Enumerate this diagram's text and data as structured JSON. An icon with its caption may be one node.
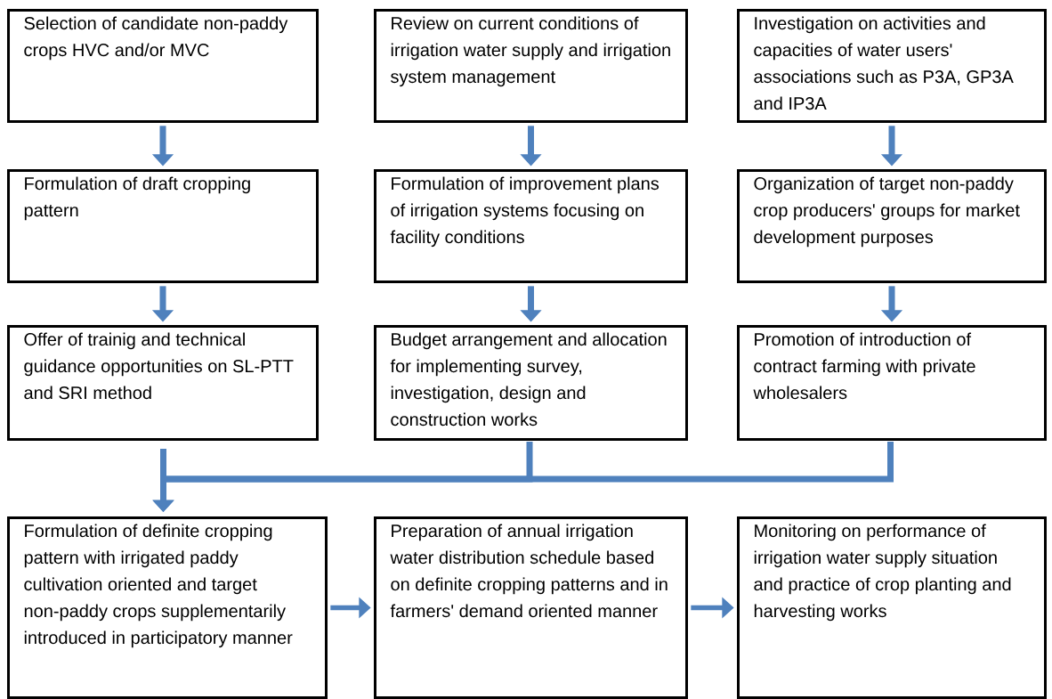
{
  "diagram": {
    "nodes": [
      {
        "text": [
          "Selection of candidate non-paddy crops HVC and/or MVC"
        ]
      },
      {
        "text": [
          "Review on current conditions of irrigation water supply and irrigation system management"
        ]
      },
      {
        "text": [
          "Investigation on activities and capacities of water users' associations such as P3A, GP3A and IP3A"
        ]
      },
      {
        "text": [
          "Formulation of draft cropping pattern"
        ]
      },
      {
        "text": [
          "Formulation of improvement plans of irrigation systems focusing on facility conditions"
        ]
      },
      {
        "text": [
          "Organization of target non-paddy crop producers' groups for market development purposes"
        ]
      },
      {
        "text": [
          "Offer of trainig and technical guidance opportunities on SL-PTT and SRI method"
        ]
      },
      {
        "text": [
          "Budget arrangement and allocation for implementing survey, investigation, design and construction works"
        ]
      },
      {
        "text": [
          "Promotion of introduction of contract farming with private wholesalers"
        ]
      },
      {
        "text": [
          "Formulation of definite cropping pattern with irrigated paddy cultivation oriented and target non-paddy crops supplementarily introduced in participatory manner"
        ]
      },
      {
        "text": [
          "Preparation of annual irrigation water distribution schedule based on definite cropping patterns and in farmers' demand oriented manner"
        ]
      },
      {
        "text": [
          "Monitoring on performance of irrigation water supply situation and practice of crop planting and harvesting works"
        ]
      }
    ],
    "edges": [
      {
        "from": 0,
        "to": 3,
        "arrow": "to"
      },
      {
        "from": 1,
        "to": 4,
        "arrow": "to"
      },
      {
        "from": 2,
        "to": 5,
        "arrow": "to"
      },
      {
        "from": 3,
        "to": 6,
        "arrow": "to"
      },
      {
        "from": 4,
        "to": 7,
        "arrow": "to"
      },
      {
        "from": 5,
        "to": 8,
        "arrow": "to"
      },
      {
        "from": 6,
        "to": 9,
        "arrow": "to"
      },
      {
        "from": 7,
        "to": 9,
        "arrow": "to"
      },
      {
        "from": 8,
        "to": 9,
        "arrow": "to"
      },
      {
        "from": 9,
        "to": 10,
        "arrow": "to"
      },
      {
        "from": 10,
        "to": 11,
        "arrow": "to"
      }
    ]
  }
}
